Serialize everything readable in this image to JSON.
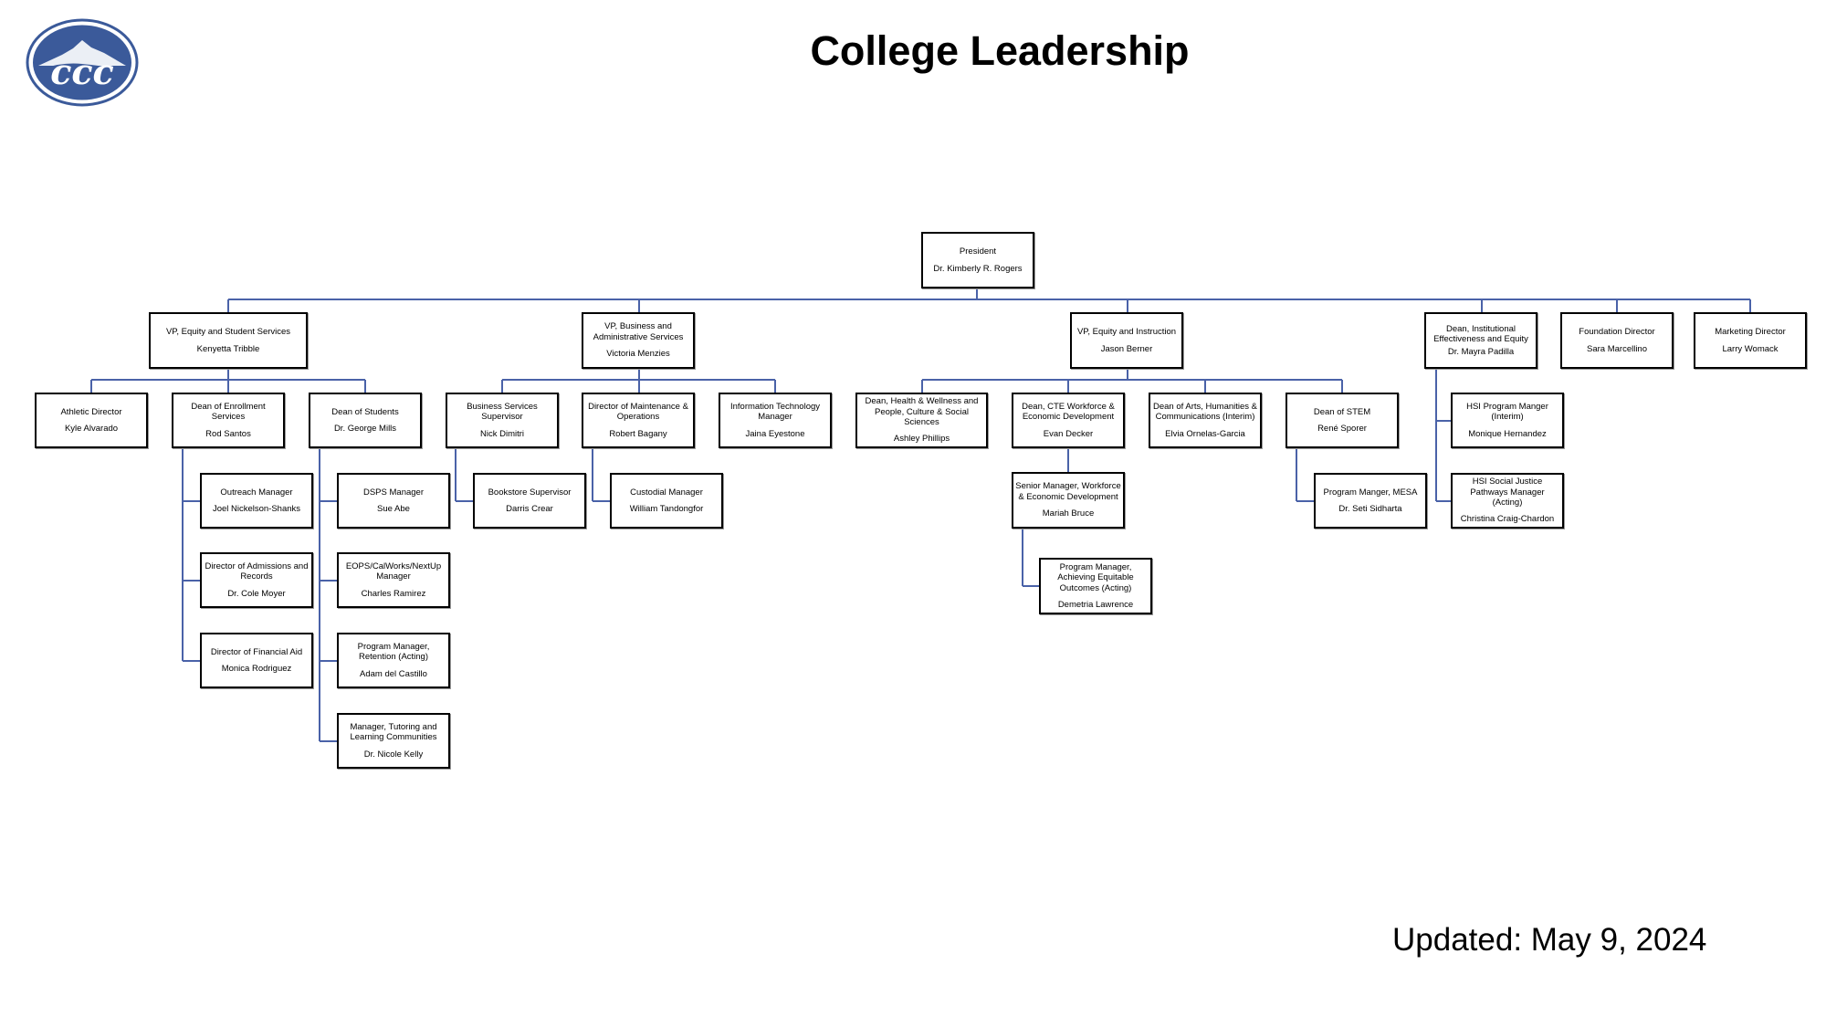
{
  "header": {
    "title": "College Leadership",
    "updated": "Updated: May 9, 2024",
    "logo_text": "ccc"
  },
  "colors": {
    "connector": "#4a62a8",
    "logo": "#3b5a9a"
  },
  "org": {
    "president": {
      "role": "President",
      "name": "Dr. Kimberly R. Rogers"
    },
    "vp_student": {
      "role": "VP, Equity and Student Services",
      "name": "Kenyetta Tribble"
    },
    "vp_business": {
      "role": "VP, Business and Administrative Services",
      "name": "Victoria Menzies"
    },
    "vp_instruction": {
      "role": "VP, Equity and Instruction",
      "name": "Jason Berner"
    },
    "dean_ie": {
      "role": "Dean, Institutional Effectiveness and Equity",
      "name": "Dr. Mayra Padilla"
    },
    "foundation": {
      "role": "Foundation Director",
      "name": "Sara Marcellino"
    },
    "marketing": {
      "role": "Marketing Director",
      "name": "Larry Womack"
    },
    "athletic": {
      "role": "Athletic Director",
      "name": "Kyle Alvarado"
    },
    "dean_enroll": {
      "role": "Dean of Enrollment Services",
      "name": "Rod Santos"
    },
    "dean_students": {
      "role": "Dean of Students",
      "name": "Dr. George Mills"
    },
    "outreach": {
      "role": "Outreach Manager",
      "name": "Joel Nickelson-Shanks"
    },
    "admissions": {
      "role": "Director of Admissions and Records",
      "name": "Dr. Cole Moyer"
    },
    "finaid": {
      "role": "Director of Financial Aid",
      "name": "Monica Rodriguez"
    },
    "dsps": {
      "role": "DSPS Manager",
      "name": "Sue Abe"
    },
    "eops": {
      "role": "EOPS/CalWorks/NextUp Manager",
      "name": "Charles Ramirez"
    },
    "retention": {
      "role": "Program Manager, Retention (Acting)",
      "name": "Adam del Castillo"
    },
    "tutoring": {
      "role": "Manager, Tutoring and Learning Communities",
      "name": "Dr. Nicole Kelly"
    },
    "bus_sup": {
      "role": "Business Services Supervisor",
      "name": "Nick Dimitri"
    },
    "maint": {
      "role": "Director of Maintenance & Operations",
      "name": "Robert Bagany"
    },
    "it": {
      "role": "Information Technology Manager",
      "name": "Jaina Eyestone"
    },
    "bookstore": {
      "role": "Bookstore Supervisor",
      "name": "Darris Crear"
    },
    "custodial": {
      "role": "Custodial Manager",
      "name": "William Tandongfor"
    },
    "dean_health": {
      "role": "Dean, Health & Wellness and People, Culture & Social Sciences",
      "name": "Ashley Phillips"
    },
    "dean_cte": {
      "role": "Dean, CTE Workforce & Economic Development",
      "name": "Evan Decker"
    },
    "dean_arts": {
      "role": "Dean of Arts, Humanities & Communications (Interim)",
      "name": "Elvia Ornelas-Garcia"
    },
    "dean_stem": {
      "role": "Dean of STEM",
      "name": "René Sporer"
    },
    "sr_mgr": {
      "role": "Senior Manager, Workforce & Economic Development",
      "name": "Mariah Bruce"
    },
    "aeo": {
      "role": "Program Manager, Achieving Equitable Outcomes (Acting)",
      "name": "Demetria Lawrence"
    },
    "mesa": {
      "role": "Program Manger, MESA",
      "name": "Dr. Seti Sidharta"
    },
    "hsi_pm": {
      "role": "HSI Program Manger (Interim)",
      "name": "Monique Hernandez"
    },
    "hsi_sj": {
      "role": "HSI Social Justice Pathways Manager (Acting)",
      "name": "Christina Craig-Chardon"
    }
  }
}
